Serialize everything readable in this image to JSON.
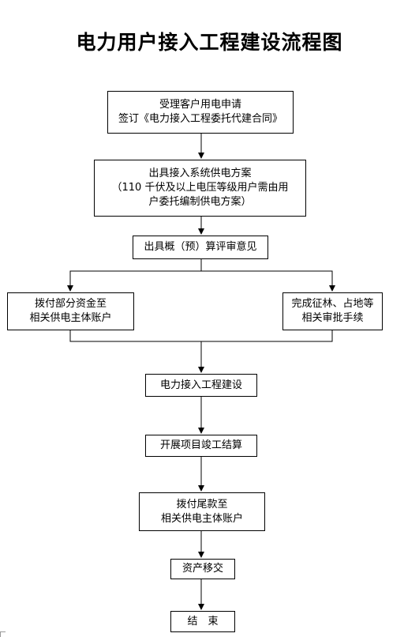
{
  "title": "电力用户接入工程建设流程图",
  "steps": {
    "s1": {
      "lines": [
        "受理客户用电申请",
        "签订《电力接入工程委托代建合同》"
      ]
    },
    "s2": {
      "lines": [
        "出具接入系统供电方案",
        "（110 千伏及以上电压等级用户需由用",
        "户委托编制供电方案）"
      ]
    },
    "s3": {
      "lines": [
        "出具概（预）算评审意见"
      ]
    },
    "s4a": {
      "lines": [
        "拨付部分资金至",
        "相关供电主体账户"
      ]
    },
    "s4b": {
      "lines": [
        "完成征林、占地等",
        "相关审批手续"
      ]
    },
    "s5": {
      "lines": [
        "电力接入工程建设"
      ]
    },
    "s6": {
      "lines": [
        "开展项目竣工结算"
      ]
    },
    "s7": {
      "lines": [
        "拨付尾款至",
        "相关供电主体账户"
      ]
    },
    "s8": {
      "lines": [
        "资产移交"
      ]
    },
    "s9": {
      "lines": [
        "结　束"
      ]
    }
  }
}
